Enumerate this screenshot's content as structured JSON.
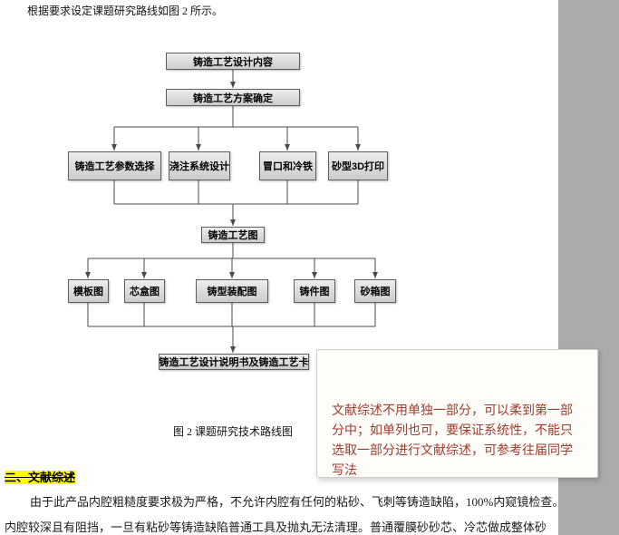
{
  "page": {
    "intro_text": "根据要求设定课题研究路线如图 2 所示。",
    "figure_caption": "图 2  课题研究技术路线图"
  },
  "flowchart": {
    "nodes": {
      "design_content": "铸造工艺设计内容",
      "scheme_confirm": "铸造工艺方案确定",
      "param_select": "铸造工艺参数选择",
      "gating_design": "浇注系统设计",
      "riser_chill": "冒口和冷铁",
      "sand_3d_print": "砂型3D打印",
      "process_diagram": "铸造工艺图",
      "template_diagram": "模板图",
      "corebox_diagram": "芯盒图",
      "mold_assembly_diagram": "铸型装配图",
      "casting_diagram": "铸件图",
      "sandbox_diagram": "砂箱图",
      "spec_and_card": "铸造工艺设计说明书及铸造工艺卡"
    }
  },
  "comment": {
    "text": "文献综述不用单独一部分，可以柔到第一部分中；如单列也可，要保证系统性，不能只选取一部分进行文献综述，可参考往届同学写法"
  },
  "section": {
    "heading": "二、文献综述"
  },
  "body": {
    "line1": "由于此产品内腔粗糙度要求极为严格，不允许内腔有任何的粘砂、飞刺等铸造缺陷，100%内窥镜检查。",
    "line2": "内腔较深且有阻挡，一旦有粘砂等铸造缺陷普通工具及抛丸无法清理。普通覆膜砂砂芯、冷芯做成整体砂"
  },
  "colors": {
    "highlight": "#ffff00",
    "comment_text": "#a03c2d",
    "node_fill": "#d9d9d9",
    "margin_gray": "#ababab"
  }
}
